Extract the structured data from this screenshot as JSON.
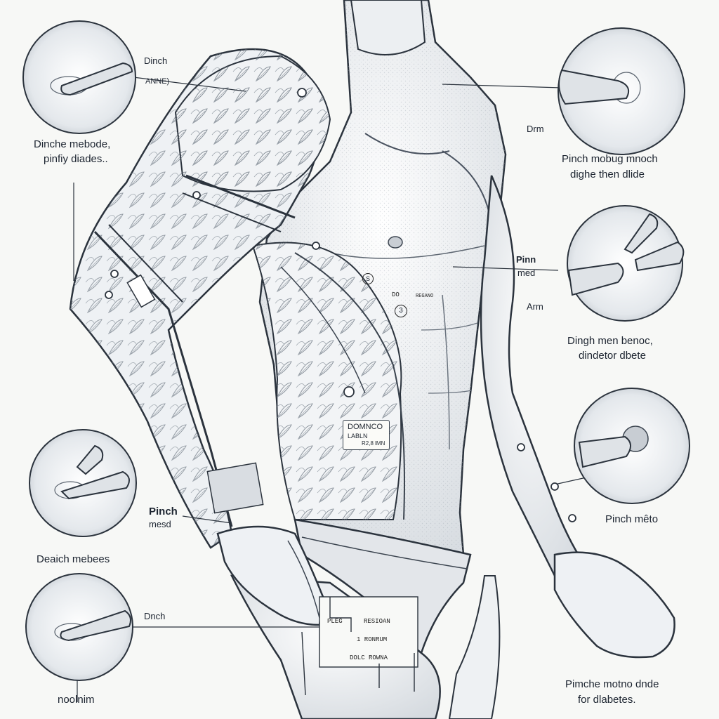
{
  "labels": {
    "top_left_small_1": "Dinch",
    "top_left_small_2": "ANNE)",
    "top_left_caption_1": "Dinche mebode,",
    "top_left_caption_2": "pinfiy diades..",
    "top_right_small": "Drm",
    "top_right_caption_1": "Pinch mobug mnoch",
    "top_right_caption_2": "dighe then dlide",
    "mid_right_small_1": "Pinn",
    "mid_right_small_2": "med",
    "mid_right_arm": "Arm",
    "mid_right_caption_1": "Dingh men benoc,",
    "mid_right_caption_2": "dindetor dbete",
    "lower_right_caption": "Pinch mêto",
    "left_pinch_1": "Pinch",
    "left_pinch_2": "mesd",
    "left_caption": "Deaich mebees",
    "bottom_left_small": "Dnch",
    "bottom_left_caption": "noolnim",
    "bottom_right_caption_1": "Pimche motno dnde",
    "bottom_right_caption_2": "for dlabetes.",
    "abdomen_tag_1": "DOMNCO",
    "abdomen_tag_2": "LABLN",
    "abdomen_tag_3": "R2,8 lMN",
    "torso_tag_1": "DO",
    "torso_tag_2": "REGANO",
    "thigh_tag_1": "PLEG",
    "thigh_tag_2": "RESIOAN",
    "thigh_tag_3": "1 RONRUM",
    "thigh_tag_4": "DOLC ROWNA",
    "marker_s": "S",
    "marker_3": "3"
  }
}
